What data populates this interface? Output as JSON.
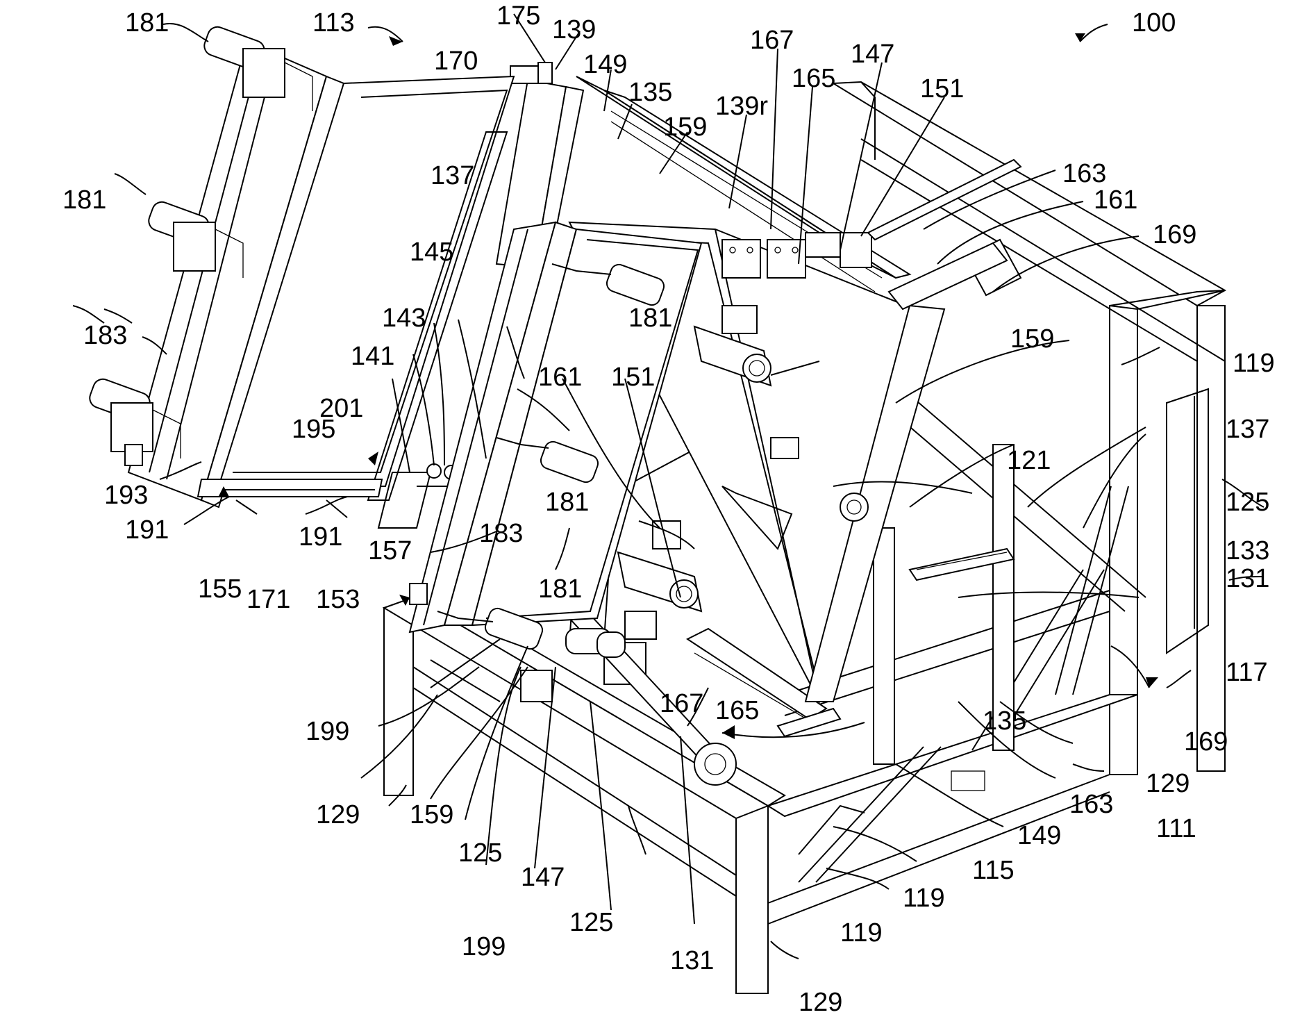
{
  "figure": {
    "ref_labels": [
      "181",
      "113",
      "175",
      "139",
      "170",
      "149",
      "135",
      "167",
      "165",
      "147",
      "151",
      "100",
      "159",
      "139r",
      "137",
      "163",
      "161",
      "169",
      "181",
      "145",
      "143",
      "183",
      "141",
      "159",
      "119",
      "201",
      "195",
      "181",
      "161",
      "151",
      "137",
      "181",
      "121",
      "125",
      "193",
      "191",
      "191",
      "183",
      "181",
      "157",
      "133",
      "131",
      "155",
      "171",
      "153",
      "117",
      "199",
      "167",
      "165",
      "135",
      "169",
      "129",
      "129",
      "159",
      "125",
      "163",
      "111",
      "149",
      "115",
      "147",
      "199",
      "125",
      "119",
      "119",
      "131",
      "129"
    ]
  }
}
